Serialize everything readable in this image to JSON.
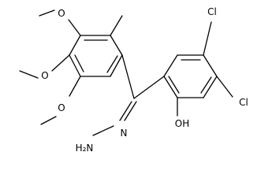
{
  "molecule": {
    "atom_labels": {
      "o_top": "O",
      "o_mid": "O",
      "o_low": "O",
      "cl_top": "Cl",
      "cl_right": "Cl",
      "oh": "OH",
      "nh2": "H₂N",
      "n": "N"
    }
  },
  "colors": {
    "background": "#ffffff",
    "ink": "#000000"
  }
}
